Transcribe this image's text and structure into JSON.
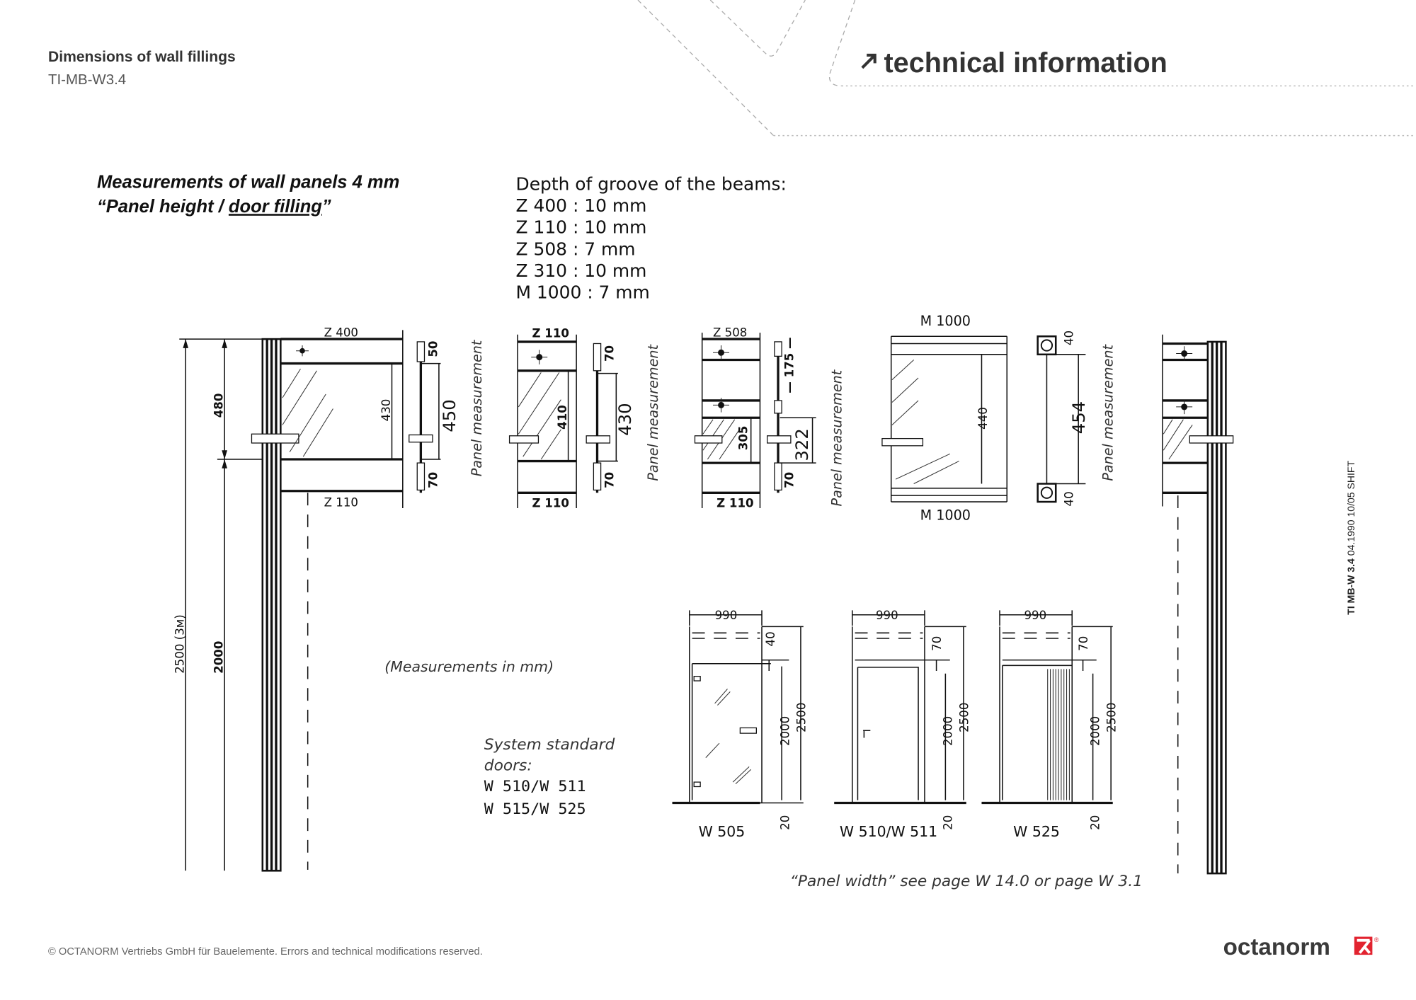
{
  "header": {
    "doc_title": "Dimensions of wall fillings",
    "doc_code": "TI-MB-W3.4",
    "section_label": "technical information",
    "section_icon": "arrow-up-right-icon"
  },
  "intro": {
    "title_line1": "Measurements of wall panels 4 mm",
    "title_line2_prefix": "“Panel height / ",
    "title_line2_underlined": "door filling",
    "title_line2_suffix": "”",
    "groove_heading": "Depth of groove of the beams:",
    "groove_items": [
      "Z 400 : 10 mm",
      "Z 110 : 10 mm",
      "Z 508 : 7 mm",
      "Z 310 : 10 mm",
      "M 1000 : 7 mm"
    ]
  },
  "drawing": {
    "post_dims": {
      "total": "2500",
      "total_note": "(3м)",
      "upper": "480",
      "lower": "2000"
    },
    "panel_measurement": "Panel measurement",
    "z400": {
      "top": "Z 400",
      "bottom": "Z 110",
      "glass": "430",
      "top_gap": "50",
      "panel": "450",
      "bottom_gap": "70"
    },
    "z110": {
      "top": "Z 110",
      "bottom": "Z 110",
      "glass": "410",
      "top_gap": "70",
      "panel": "430",
      "bottom_gap": "70"
    },
    "z508": {
      "top": "Z 508",
      "bottom": "Z 110",
      "glass": "305",
      "top_gap": "175",
      "panel": "322",
      "bottom_gap": "70"
    },
    "m1000": {
      "top": "M 1000",
      "bottom": "M 1000",
      "glass": "440",
      "top_gap": "40",
      "panel": "454",
      "bottom_gap": "40"
    },
    "units_note": "(Measurements in mm)",
    "standard_doors_label_1": "System standard",
    "standard_doors_label_2": "doors:",
    "standard_doors": [
      "W 510/W 511",
      "W 515/W 525"
    ],
    "doors": [
      {
        "name": "W 505",
        "width": "990",
        "top": "40",
        "door_height": "2000",
        "total": "2500",
        "floor": "20"
      },
      {
        "name": "W 510/W 511",
        "width": "990",
        "top": "70",
        "door_height": "2000",
        "total": "2500",
        "floor": "20"
      },
      {
        "name": "W 525",
        "width": "990",
        "top": "70",
        "door_height": "2000",
        "total": "2500",
        "floor": "20"
      }
    ],
    "panel_width_note": "“Panel width” see page W 14.0 or page W 3.1"
  },
  "side_note": {
    "bold": "TI MB-W 3.4",
    "rest": " 04.1990 10/05 SHIFT"
  },
  "footer": {
    "copyright": "© OCTANORM Vertriebs GmbH für Bauelemente. Errors and technical modifications reserved.",
    "logo_text": "octanorm",
    "logo_mark": "®"
  },
  "colors": {
    "text": "#333333",
    "brand_red": "#e2232f",
    "decor_dash": "#aaaaaa"
  }
}
